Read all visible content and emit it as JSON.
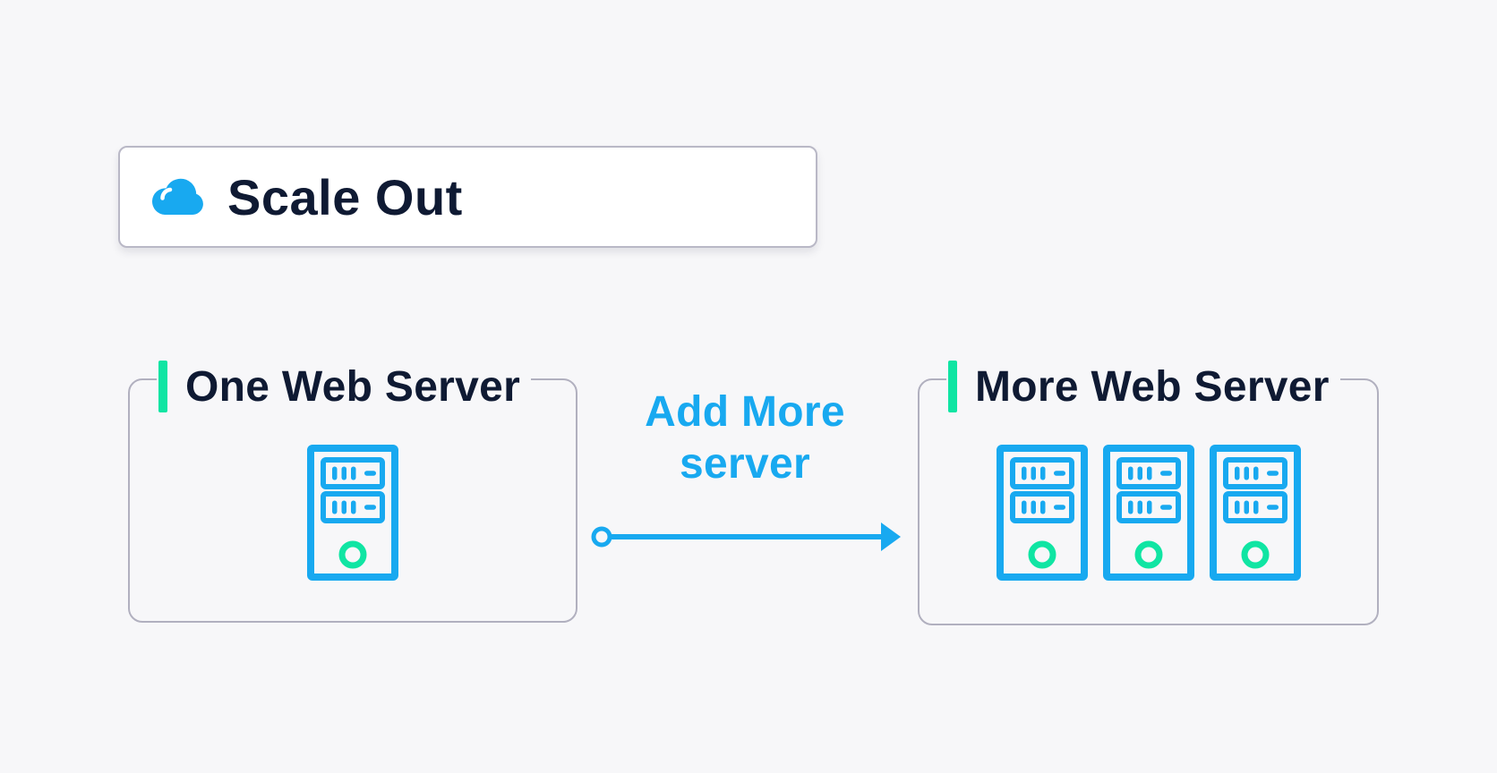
{
  "header": {
    "title": "Scale Out",
    "icon": "cloud-icon"
  },
  "diagram": {
    "left_card": {
      "title": "One Web Server",
      "server_count": 1
    },
    "arrow": {
      "label_line1": "Add More",
      "label_line2": "server",
      "direction": "right"
    },
    "right_card": {
      "title": "More Web Server",
      "server_count": 3
    }
  },
  "colors": {
    "background": "#F7F7F9",
    "accent_blue": "#18A9F0",
    "accent_green": "#10E5A3",
    "text_dark": "#0F1A33",
    "card_border": "#B1B0BF",
    "title_card_bg": "#FFFFFF"
  }
}
